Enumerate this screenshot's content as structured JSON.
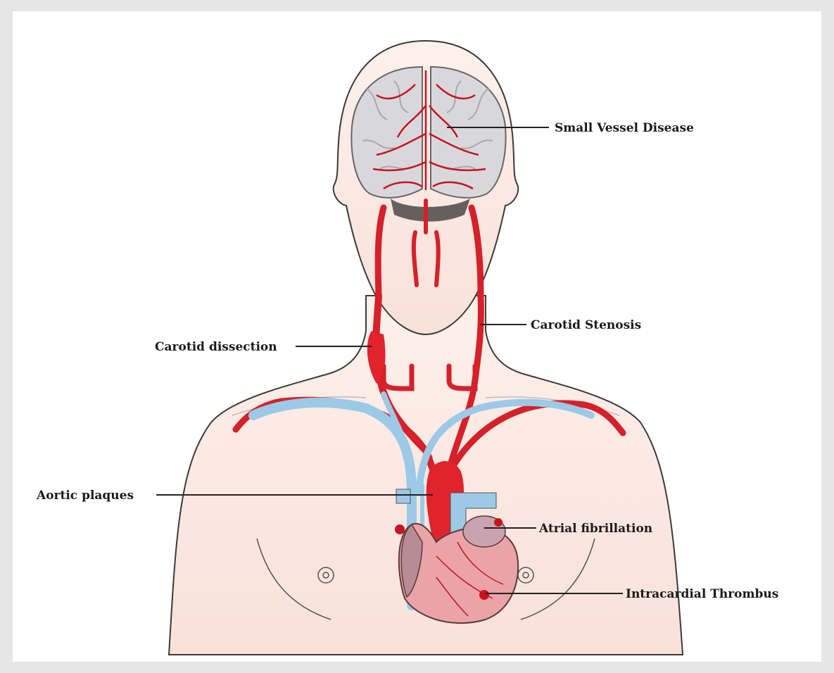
{
  "labels": {
    "small_vessel": "Small Vessel Disease",
    "carotid_stenosis": "Carotid Stenosis",
    "carotid_dissection": "Carotid dissection",
    "aortic_plaques": "Aortic plaques",
    "atrial_fibrillation": "Atrial fibrillation",
    "intracardial_thrombus": "Intracardial Thrombus"
  },
  "colors": {
    "skin": "#fbe7e0",
    "outline": "#3a3a3a",
    "artery": "#d6202a",
    "vein": "#9cc9e6",
    "brain": "#d8d8dc",
    "heart": "#eaa3a6",
    "leader": "#222222"
  }
}
